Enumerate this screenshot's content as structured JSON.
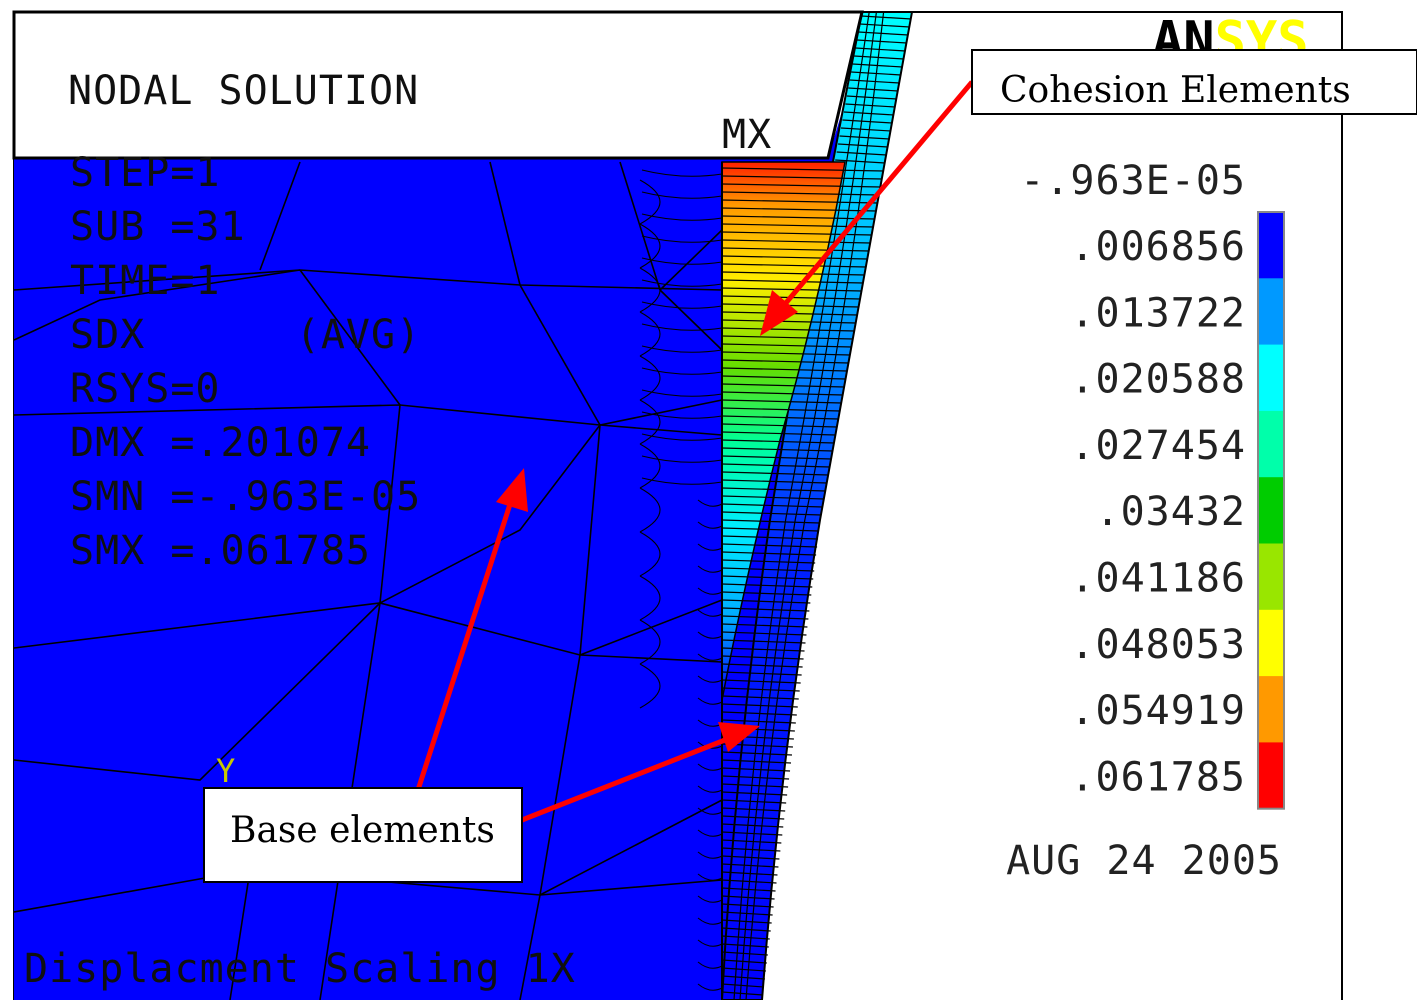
{
  "header": {
    "title": "NODAL SOLUTION",
    "logo_text": "ANSYS",
    "max_marker": "MX"
  },
  "status_lines": [
    "STEP=1",
    "SUB =31",
    "TIME=1",
    "SDX      (AVG)",
    "RSYS=0",
    "DMX =.201074",
    "SMN =-.963E-05",
    "SMX =.061785"
  ],
  "legend": {
    "min_label": "-.963E-05",
    "values": [
      ".006856",
      ".013722",
      ".020588",
      ".027454",
      ".03432",
      ".041186",
      ".048053",
      ".054919",
      ".061785"
    ],
    "colors": [
      "#0000ff",
      "#0099ff",
      "#00ffff",
      "#00ffaa",
      "#00cc00",
      "#99e600",
      "#ffff00",
      "#ff9900",
      "#ff0000"
    ]
  },
  "date": "AUG 24 2005",
  "axis_label": "Y",
  "footer": "Displacment Scaling 1X",
  "callouts": {
    "cohesion": "Cohesion Elements",
    "base": "Base elements"
  },
  "colors": {
    "mesh_fill": "#0000ff",
    "arrow": "#ff0000",
    "axis_label": "#c8c800"
  }
}
